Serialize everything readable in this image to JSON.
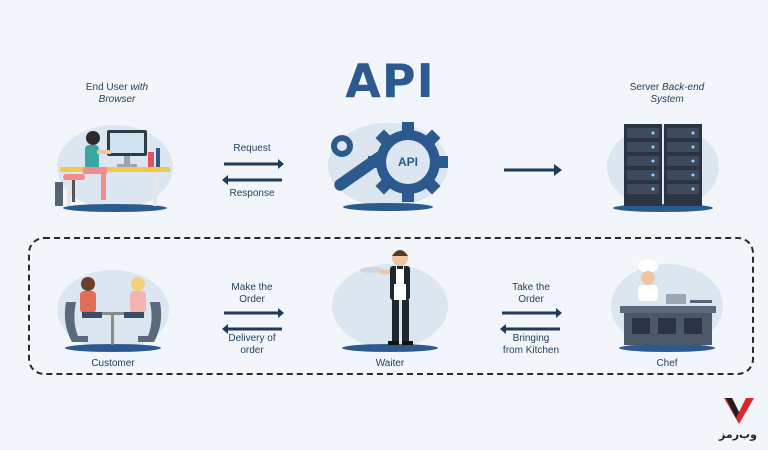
{
  "title": "API",
  "top_row": {
    "end_user": {
      "line1_normal": "End User ",
      "line1_italic": "with",
      "line2": "Browser"
    },
    "server": {
      "line1_normal": "Server ",
      "line1_italic": "Back-end",
      "line2": "System"
    },
    "request_label": "Request",
    "response_label": "Response",
    "gear_label": "API"
  },
  "bottom_row": {
    "customer_label": "Customer",
    "waiter_label": "Waiter",
    "chef_label": "Chef",
    "make_order_line1": "Make the",
    "make_order_line2": "Order",
    "delivery_line1": "Delivery of",
    "delivery_line2": "order",
    "take_order_line1": "Take the",
    "take_order_line2": "Order",
    "bringing_line1": "Bringing",
    "bringing_line2": "from Kitchen"
  },
  "logo": {
    "text": "وب‌رمز"
  },
  "colors": {
    "primary": "#2d5a8e",
    "accent_red": "#d9272e",
    "blob": "#dbe6f0",
    "dark": "#1e3b5a"
  }
}
